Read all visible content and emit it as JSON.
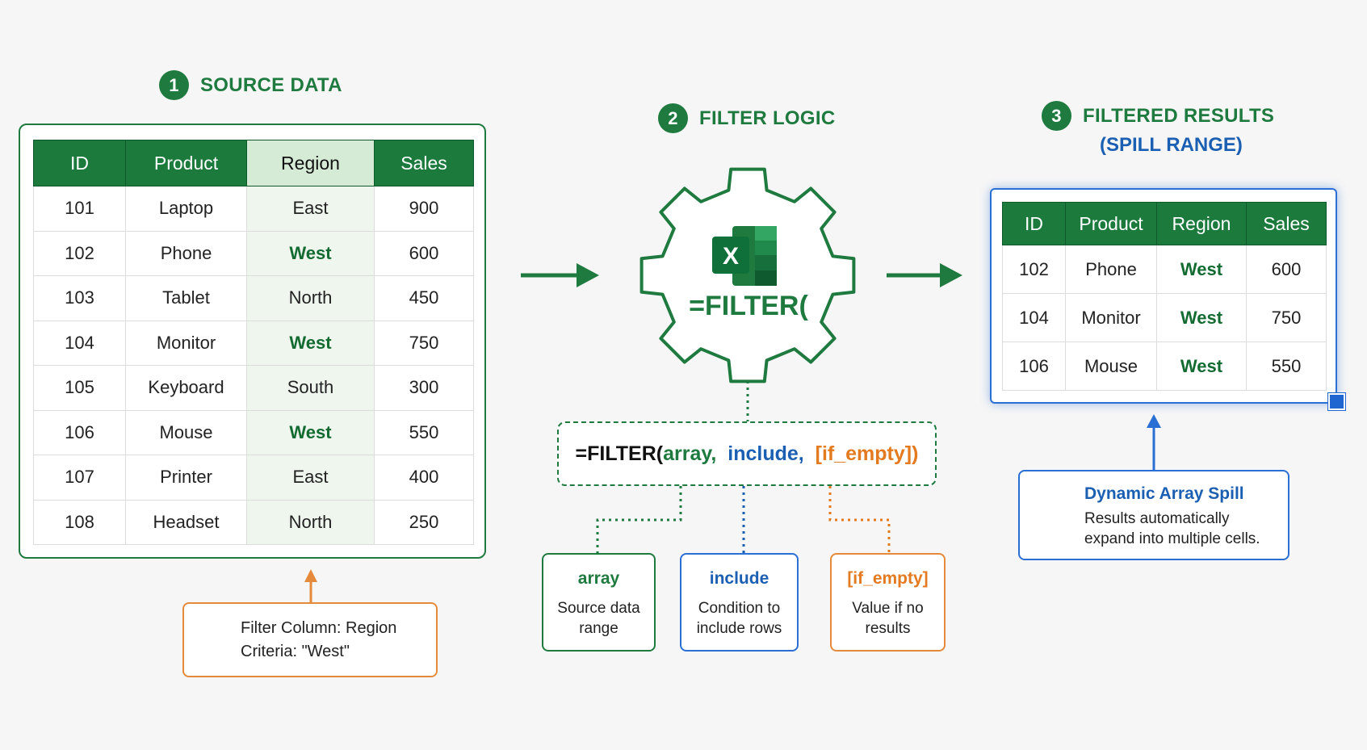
{
  "sections": {
    "source": {
      "number": "1",
      "title": "SOURCE DATA"
    },
    "logic": {
      "number": "2",
      "title": "FILTER LOGIC"
    },
    "results": {
      "number": "3",
      "title": "FILTERED RESULTS",
      "subtitle": "(SPILL RANGE)"
    }
  },
  "source_table": {
    "headers": [
      "ID",
      "Product",
      "Region",
      "Sales"
    ],
    "rows": [
      [
        "101",
        "Laptop",
        "East",
        "900"
      ],
      [
        "102",
        "Phone",
        "West",
        "600"
      ],
      [
        "103",
        "Tablet",
        "North",
        "450"
      ],
      [
        "104",
        "Monitor",
        "West",
        "750"
      ],
      [
        "105",
        "Keyboard",
        "South",
        "300"
      ],
      [
        "106",
        "Mouse",
        "West",
        "550"
      ],
      [
        "107",
        "Printer",
        "East",
        "400"
      ],
      [
        "108",
        "Headset",
        "North",
        "250"
      ]
    ]
  },
  "results_table": {
    "headers": [
      "ID",
      "Product",
      "Region",
      "Sales"
    ],
    "rows": [
      [
        "102",
        "Phone",
        "West",
        "600"
      ],
      [
        "104",
        "Monitor",
        "West",
        "750"
      ],
      [
        "106",
        "Mouse",
        "West",
        "550"
      ]
    ]
  },
  "gear": {
    "formula": "=FILTER(",
    "logo_letter": "X"
  },
  "formula": {
    "prefix": "=FILTER(",
    "array": "array,",
    "include": "include,",
    "if_empty": "[if_empty])"
  },
  "args": {
    "array": {
      "title": "array",
      "desc": "Source data range"
    },
    "include": {
      "title": "include",
      "desc": "Condition to include rows"
    },
    "if_empty": {
      "title": "[if_empty]",
      "desc": "Value if no results"
    }
  },
  "criteria": {
    "line1": "Filter Column: Region",
    "line2": "Criteria: \"West\""
  },
  "dynamic": {
    "title": "Dynamic Array Spill",
    "desc": "Results automatically expand into multiple cells."
  },
  "colors": {
    "green": "#1e7a3e",
    "blue": "#1b5fb3",
    "orange": "#e37a1f"
  }
}
